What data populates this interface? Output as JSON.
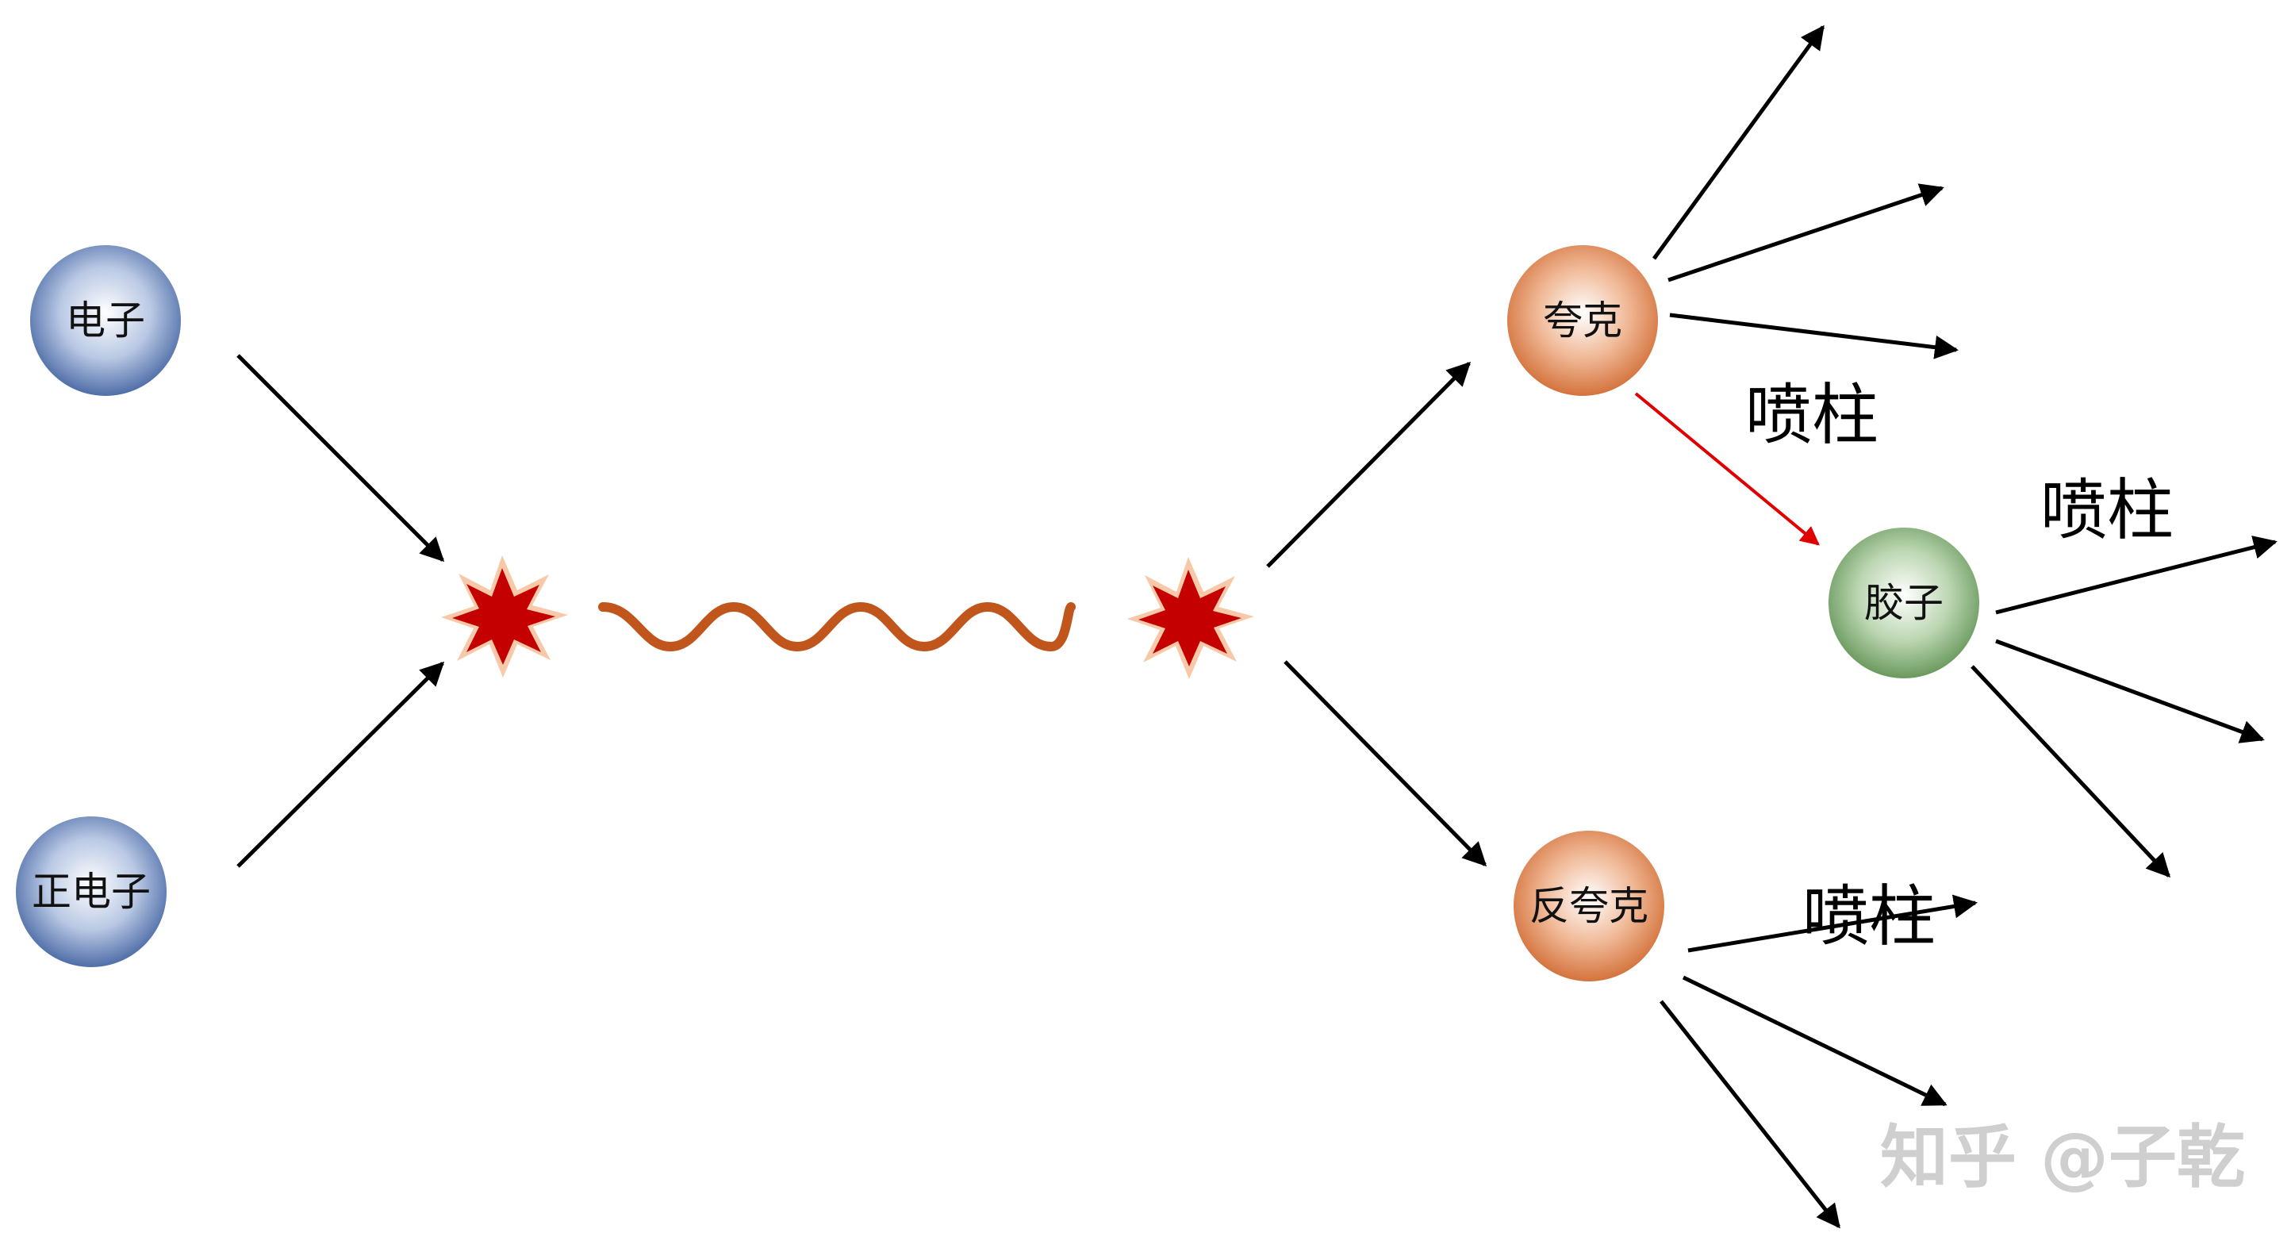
{
  "nodes": {
    "electron": "电子",
    "positron": "正电子",
    "quark": "夸克",
    "antiquark": "反夸克",
    "hadron": "胶子"
  },
  "jet_labels": {
    "quark_jet": "喷柱",
    "hadron_jet": "喷柱",
    "antiquark_jet": "喷柱"
  },
  "watermark": "知乎 @子乾",
  "colors": {
    "electron_blue": "#4f6ea8",
    "quark_orange": "#d4733d",
    "hadron_green": "#6a9a5e",
    "explosion_red": "#c40000",
    "wave_brown": "#c0561c",
    "gluon_arrow_red": "#e00000",
    "arrow_black": "#000000"
  }
}
